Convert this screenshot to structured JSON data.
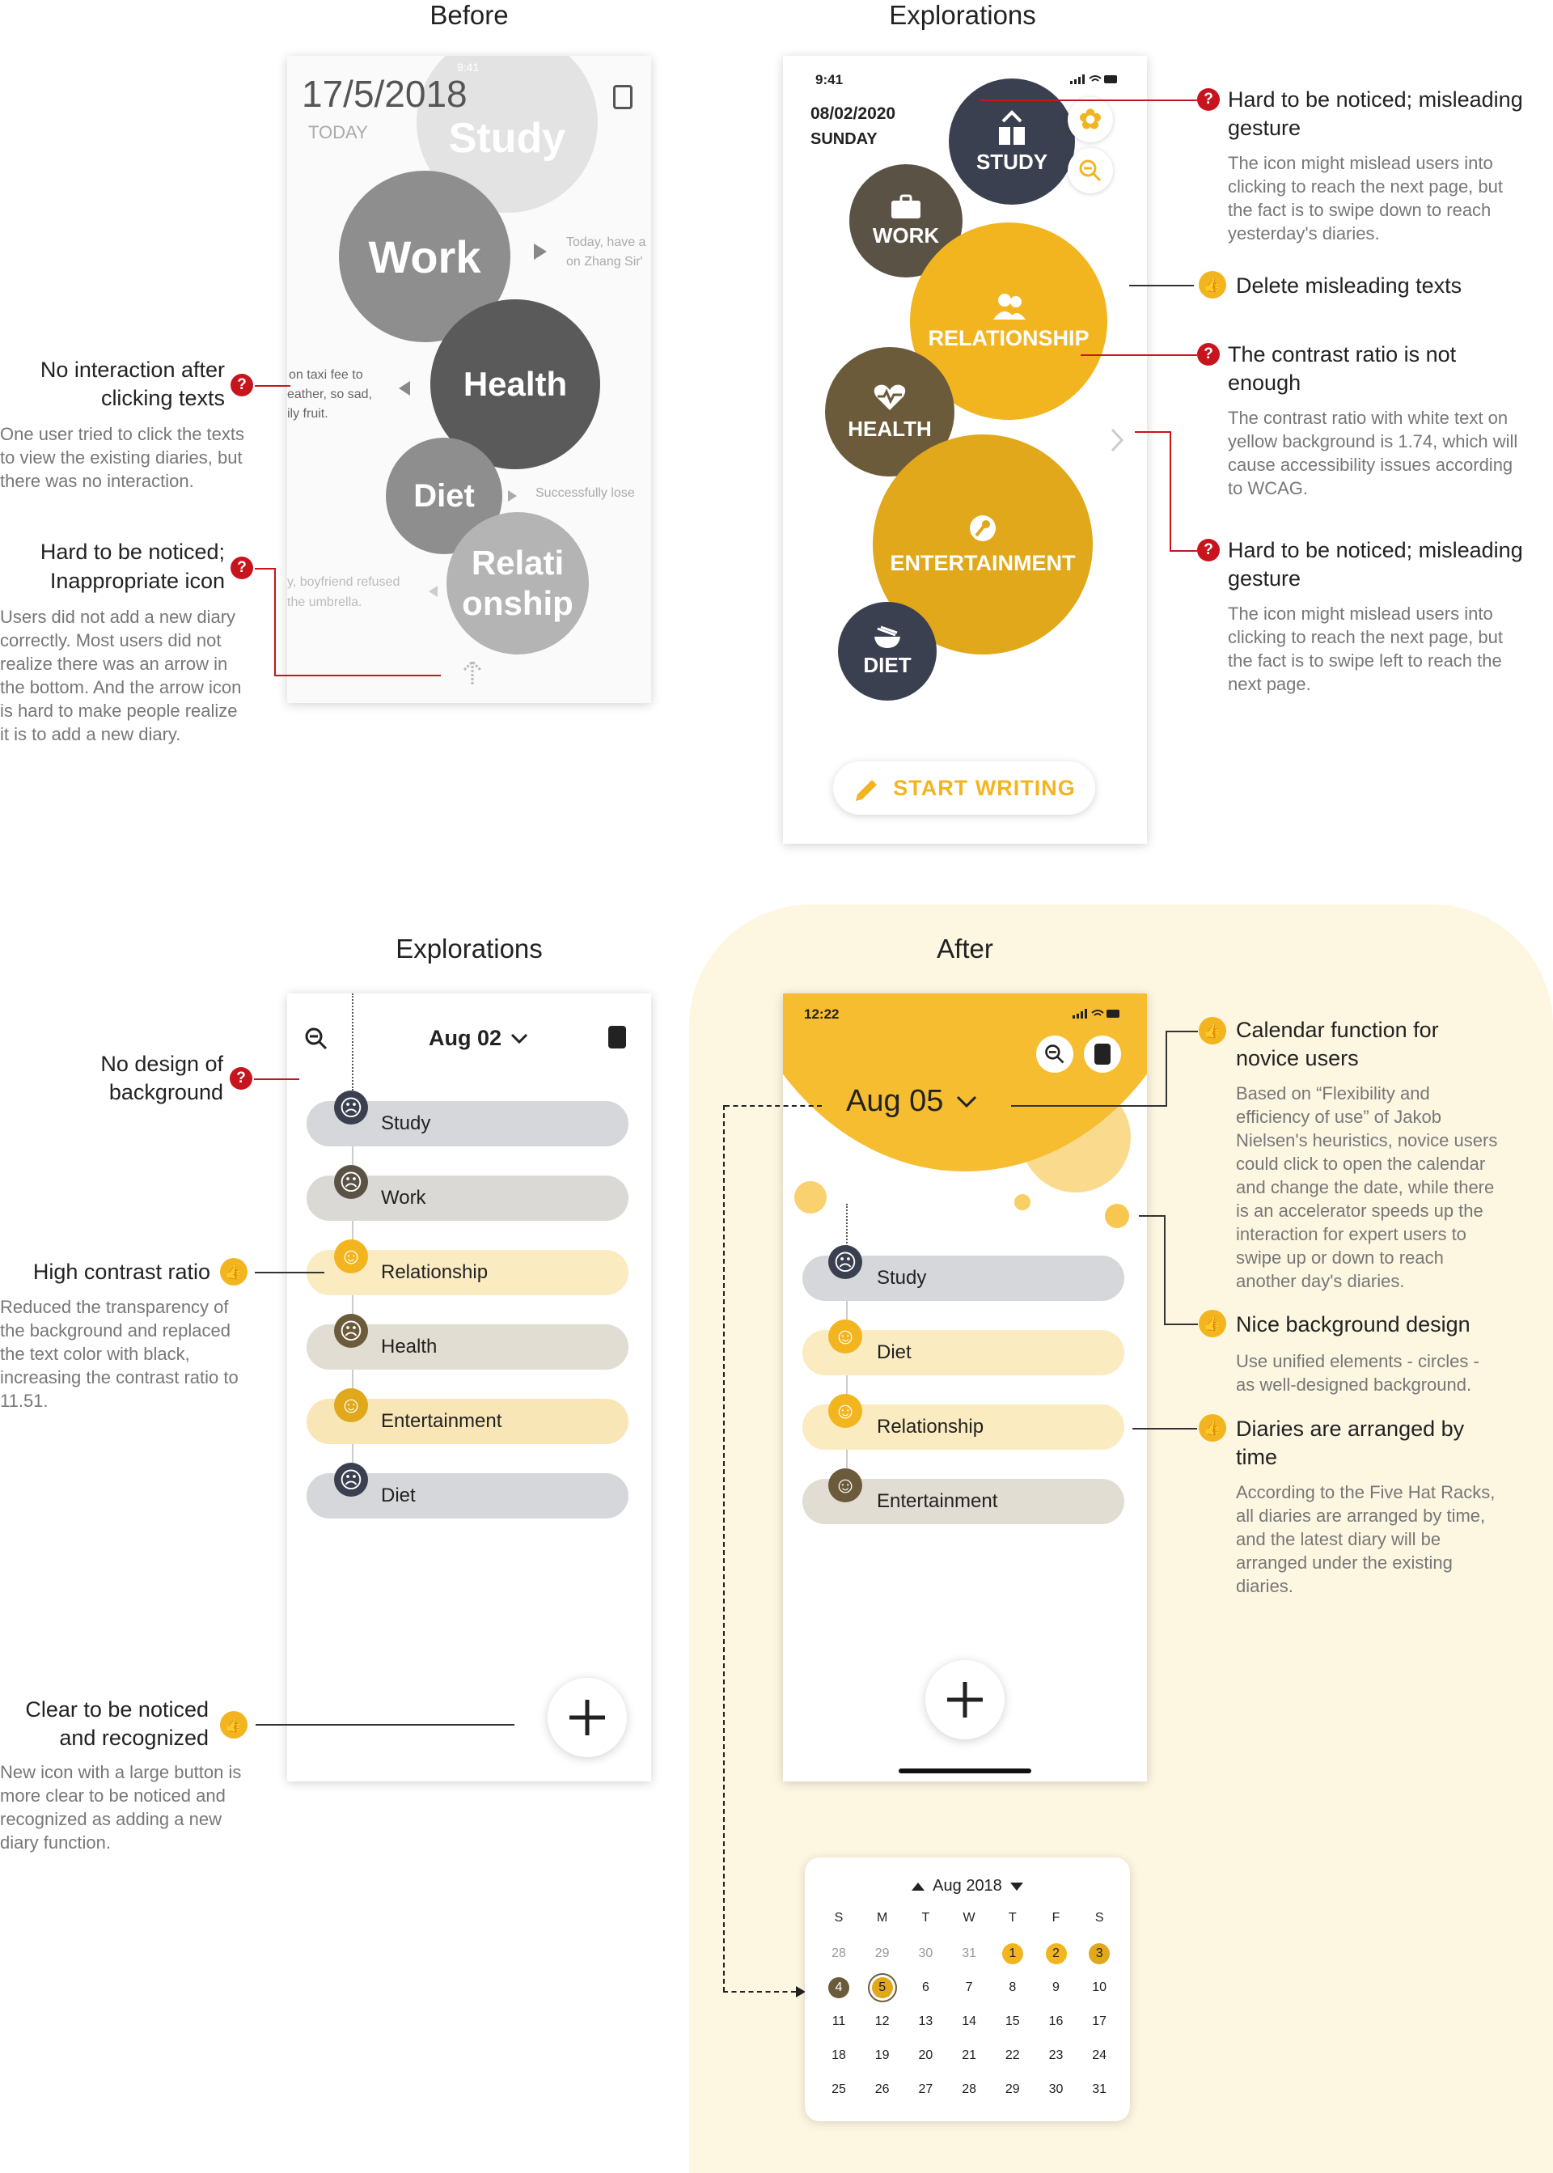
{
  "sections": {
    "before": "Before",
    "explorations_top": "Explorations",
    "explorations_bottom": "Explorations",
    "after": "After"
  },
  "before_phone": {
    "date": "17/5/2018",
    "today": "TODAY",
    "status_time": "9:41",
    "bubbles": {
      "study": "Study",
      "work": "Work",
      "health": "Health",
      "diet": "Diet",
      "relationship_1": "Relati",
      "relationship_2": "onship"
    },
    "snippets": {
      "work_1": "Today, have a",
      "work_2": "on Zhang Sir'",
      "health_1": "on taxi fee to",
      "health_2": "eather, so sad,",
      "health_3": "ily fruit.",
      "diet": "Successfully lose",
      "rel_1": "y, boyfriend refused",
      "rel_2": "the umbrella."
    }
  },
  "before_annotations": {
    "no_interaction": {
      "title_1": "No interaction after",
      "title_2": "clicking texts",
      "body": [
        "One user tried to click the texts",
        "to view the existing diaries, but",
        "there was no interaction."
      ]
    },
    "hard_noticed": {
      "title_1": "Hard to be noticed;",
      "title_2": "Inappropriate icon",
      "body": [
        "Users did not add a new diary",
        "correctly. Most users did not",
        "realize there was an arrow in",
        "the bottom. And the arrow icon",
        "is hard to make people realize",
        "it is to add a new diary."
      ]
    }
  },
  "explore_phone": {
    "status_time": "9:41",
    "date": "08/02/2020",
    "day": "SUNDAY",
    "bubbles": {
      "study": "STUDY",
      "work": "WORK",
      "relationship": "RELATIONSHIP",
      "health": "HEALTH",
      "entertainment": "ENTERTAINMENT",
      "diet": "DIET"
    },
    "start_writing": "START WRITING"
  },
  "explore_annotations": {
    "misleading_1": {
      "title_1": "Hard to be noticed; misleading",
      "title_2": "gesture",
      "body": [
        "The icon might mislead users into",
        "clicking to reach the next page, but",
        "the fact is to swipe down to reach",
        "yesterday's diaries."
      ]
    },
    "delete_texts": {
      "title": "Delete misleading texts"
    },
    "contrast": {
      "title_1": "The contrast ratio is not",
      "title_2": "enough",
      "body": [
        "The contrast ratio with white text on",
        "yellow background is 1.74, which will",
        "cause accessibility issues according",
        "to WCAG."
      ]
    },
    "misleading_2": {
      "title_1": "Hard to be noticed; misleading",
      "title_2": "gesture",
      "body": [
        "The icon might mislead users into",
        "clicking to reach the next page, but",
        "the fact is to swipe left to reach the",
        "next page."
      ]
    }
  },
  "list_phone": {
    "date": "Aug 02",
    "items": [
      "Study",
      "Work",
      "Relationship",
      "Health",
      "Entertainment",
      "Diet"
    ]
  },
  "list_annotations": {
    "no_background": {
      "title_1": "No design of",
      "title_2": "background"
    },
    "high_contrast": {
      "title": "High contrast ratio",
      "body": [
        "Reduced the transparency of",
        "the background and replaced",
        "the text color with black,",
        "increasing the contrast ratio to",
        "11.51."
      ]
    },
    "clear_noticed": {
      "title_1": "Clear to be noticed",
      "title_2": "and recognized",
      "body": [
        "New icon with a large button is",
        "more clear to be noticed and",
        "recognized as adding a new",
        "diary function."
      ]
    }
  },
  "after_phone": {
    "status_time": "12:22",
    "date": "Aug 05",
    "items": [
      "Study",
      "Diet",
      "Relationship",
      "Entertainment"
    ]
  },
  "after_annotations": {
    "calendar": {
      "title_1": "Calendar function for",
      "title_2": "novice users",
      "body": [
        "Based on “Flexibility and",
        "efficiency of use” of Jakob",
        "Nielsen's heuristics, novice users",
        "could click to open the calendar",
        "and change the date, while there",
        "is an accelerator speeds up the",
        "interaction for expert users to",
        "swipe up or down to reach",
        "another day's diaries."
      ]
    },
    "background": {
      "title": "Nice background design",
      "body": [
        "Use unified elements - circles -",
        "as well-designed background."
      ]
    },
    "arranged": {
      "title_1": "Diaries are arranged by",
      "title_2": "time",
      "body": [
        "According to the Five Hat Racks,",
        "all diaries are arranged by time,",
        "and the latest diary will be",
        "arranged under the existing",
        "diaries."
      ]
    }
  },
  "calendar": {
    "month": "Aug 2018",
    "weekdays": [
      "S",
      "M",
      "T",
      "W",
      "T",
      "F",
      "S"
    ],
    "rows": [
      [
        "28",
        "29",
        "30",
        "31",
        "1",
        "2",
        "3"
      ],
      [
        "4",
        "5",
        "6",
        "7",
        "8",
        "9",
        "10"
      ],
      [
        "11",
        "12",
        "13",
        "14",
        "15",
        "16",
        "17"
      ],
      [
        "18",
        "19",
        "20",
        "21",
        "22",
        "23",
        "24"
      ],
      [
        "25",
        "26",
        "27",
        "28",
        "29",
        "30",
        "31"
      ]
    ]
  },
  "colors": {
    "accent": "#f3b51f",
    "dark_yellow": "#e0a81a",
    "brown": "#6b5b3b",
    "navy": "#3b4050",
    "red": "#c8151d"
  }
}
